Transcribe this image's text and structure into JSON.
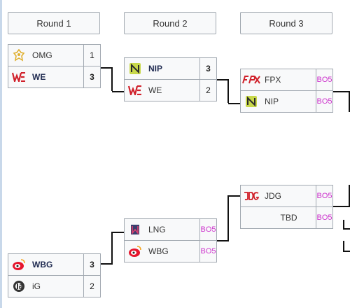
{
  "rounds": [
    "Round 1",
    "Round 2",
    "Round 3"
  ],
  "round1": {
    "match_top": {
      "team_a": {
        "name": "OMG",
        "score": "1",
        "icon": "omg-logo-icon"
      },
      "team_b": {
        "name": "WE",
        "score": "3",
        "icon": "we-logo-icon"
      }
    },
    "match_bottom": {
      "team_a": {
        "name": "WBG",
        "score": "3",
        "icon": "wbg-logo-icon"
      },
      "team_b": {
        "name": "iG",
        "score": "2",
        "icon": "ig-logo-icon"
      }
    }
  },
  "round2": {
    "match_top": {
      "team_a": {
        "name": "NIP",
        "score": "3",
        "icon": "nip-logo-icon"
      },
      "team_b": {
        "name": "WE",
        "score": "2",
        "icon": "we-logo-icon"
      }
    },
    "match_bottom": {
      "team_a": {
        "name": "LNG",
        "format": "BO5",
        "icon": "lng-logo-icon"
      },
      "team_b": {
        "name": "WBG",
        "format": "BO5",
        "icon": "wbg-logo-icon"
      }
    }
  },
  "round3": {
    "match_top": {
      "team_a": {
        "name": "FPX",
        "format": "BO5",
        "icon": "fpx-logo-icon"
      },
      "team_b": {
        "name": "NIP",
        "format": "BO5",
        "icon": "nip-logo-icon"
      }
    },
    "match_bottom": {
      "team_a": {
        "name": "JDG",
        "format": "BO5",
        "icon": "jdg-logo-icon"
      },
      "team_b": {
        "name": "TBD",
        "format": "BO5"
      }
    }
  },
  "colors": {
    "border": "#a2a9b1",
    "cell_bg": "#f8f9fa",
    "format_text": "#cc33cc",
    "connector": "#111111"
  }
}
